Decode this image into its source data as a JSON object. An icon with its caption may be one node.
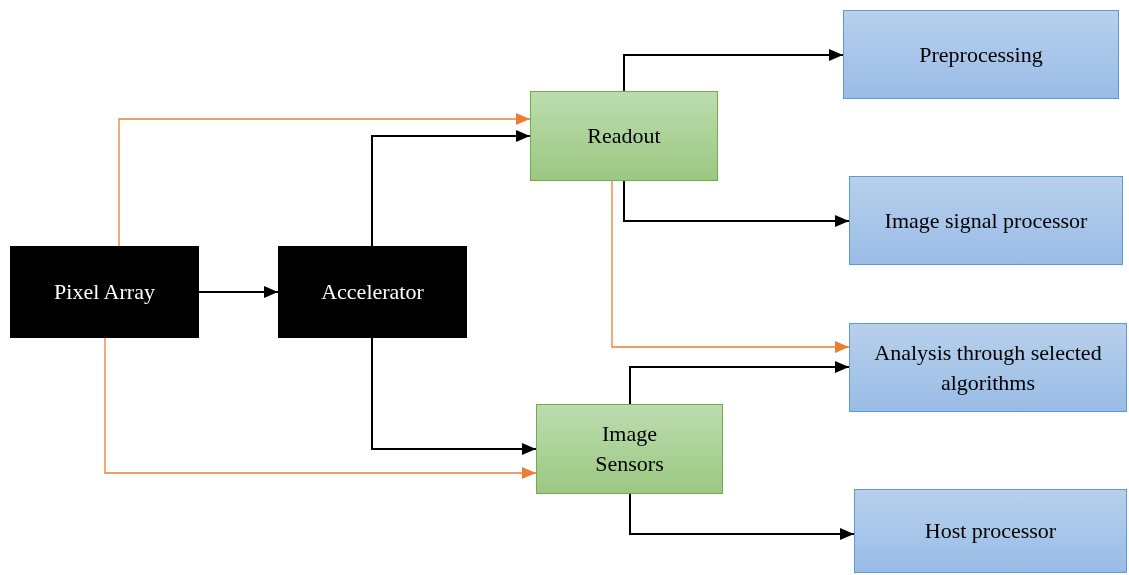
{
  "diagram": {
    "nodes": [
      {
        "text": [
          "Pixel Array"
        ]
      },
      {
        "text": [
          "Accelerator"
        ]
      },
      {
        "text": [
          "Readout"
        ]
      },
      {
        "text": [
          "Image Sensors"
        ]
      },
      {
        "text": [
          "Preprocessing"
        ]
      },
      {
        "text": [
          "Image signal processor"
        ]
      },
      {
        "text": [
          "Analysis through selected algorithms"
        ]
      },
      {
        "text": [
          "Host processor"
        ]
      }
    ],
    "edges": [
      {
        "from": 0,
        "to": 1,
        "arrow": "to"
      },
      {
        "from": 0,
        "to": 2,
        "arrow": "to",
        "color": "#ed7d31"
      },
      {
        "from": 0,
        "to": 3,
        "arrow": "to",
        "color": "#ed7d31"
      },
      {
        "from": 1,
        "to": 2,
        "arrow": "to"
      },
      {
        "from": 1,
        "to": 3,
        "arrow": "to"
      },
      {
        "from": 2,
        "to": 4,
        "arrow": "to"
      },
      {
        "from": 2,
        "to": 5,
        "arrow": "to"
      },
      {
        "from": 2,
        "to": 6,
        "arrow": "to",
        "color": "#ed7d31"
      },
      {
        "from": 3,
        "to": 6,
        "arrow": "to"
      },
      {
        "from": 3,
        "to": 7,
        "arrow": "to"
      }
    ]
  }
}
